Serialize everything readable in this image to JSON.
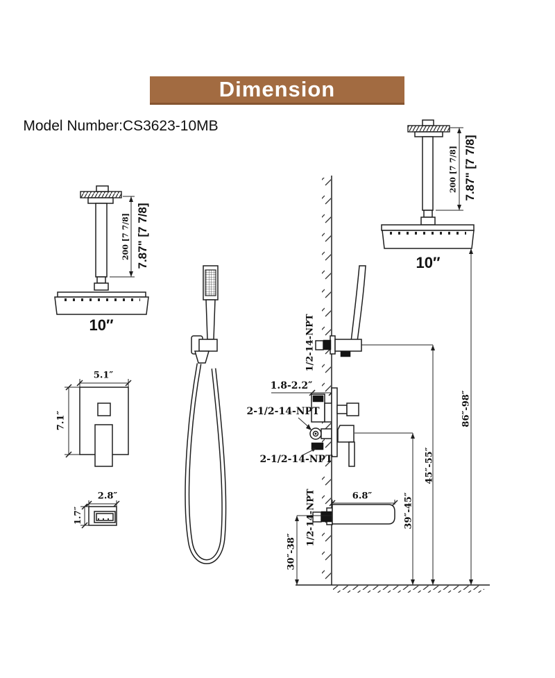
{
  "colors": {
    "header_bg": "#a26b41",
    "header_text": "#ffffff",
    "line": "#1e1e1e"
  },
  "header": {
    "title": "Dimension"
  },
  "model": {
    "label": "Model Number:CS3623-10MB"
  },
  "left_shower": {
    "drop_dim_small": "200 [7 7/8]",
    "drop_dim_large": "7.87\" [7 7/8]",
    "head_width": "10″"
  },
  "valve_trim": {
    "width": "5.1″",
    "height": "7.1″"
  },
  "diverter_trim": {
    "width": "2.8″",
    "height": "1.7″"
  },
  "install": {
    "drop_dim_small": "200 [7 7/8]",
    "drop_dim_large": "7.87\" [7 7/8]",
    "head_width": "10″",
    "handheld_npt": "1/2-14-NPT",
    "valve_depth": "1.8-2.2″",
    "valve_npt_top": "2-1/2-14-NPT",
    "valve_npt_bottom": "2-1/2-14-NPT",
    "spout_length": "6.8″",
    "spout_npt": "1/2-14-NPT",
    "spout_height": "30″-38″",
    "valve_height": "39″-45″",
    "handheld_height": "45″-55″",
    "showerhead_height": "86″-98″"
  }
}
